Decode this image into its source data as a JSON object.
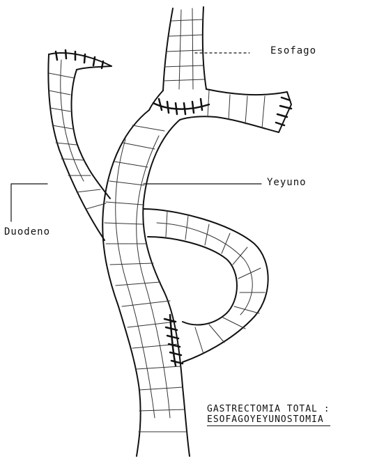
{
  "labels": {
    "esophagus": "Esofago",
    "jejunum": "Yeyuno",
    "duodenum": "Duodeno"
  },
  "caption": {
    "line1": "GASTRECTOMIA TOTAL :",
    "line2": "ESOFAGOYEYUNOSTOMIA"
  }
}
